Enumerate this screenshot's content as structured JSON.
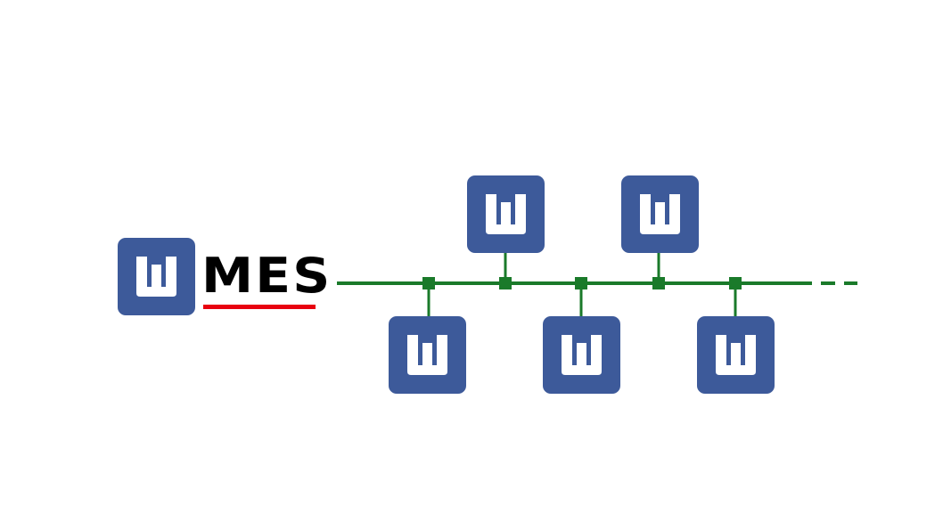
{
  "logo": {
    "text": "MES",
    "icon": "w-logo-icon",
    "underline_color": "#e8000f",
    "text_color": "#000000"
  },
  "colors": {
    "tile": "#3d5a9a",
    "glyph": "#ffffff",
    "bus": "#1a7a2a"
  },
  "network": {
    "type": "bus",
    "bus_end": "dashed-continuation",
    "devices": [
      {
        "id": "device-1",
        "side": "bottom",
        "icon": "w-device-icon"
      },
      {
        "id": "device-2",
        "side": "top",
        "icon": "w-device-icon"
      },
      {
        "id": "device-3",
        "side": "bottom",
        "icon": "w-device-icon"
      },
      {
        "id": "device-4",
        "side": "top",
        "icon": "w-device-icon"
      },
      {
        "id": "device-5",
        "side": "bottom",
        "icon": "w-device-icon"
      }
    ]
  }
}
